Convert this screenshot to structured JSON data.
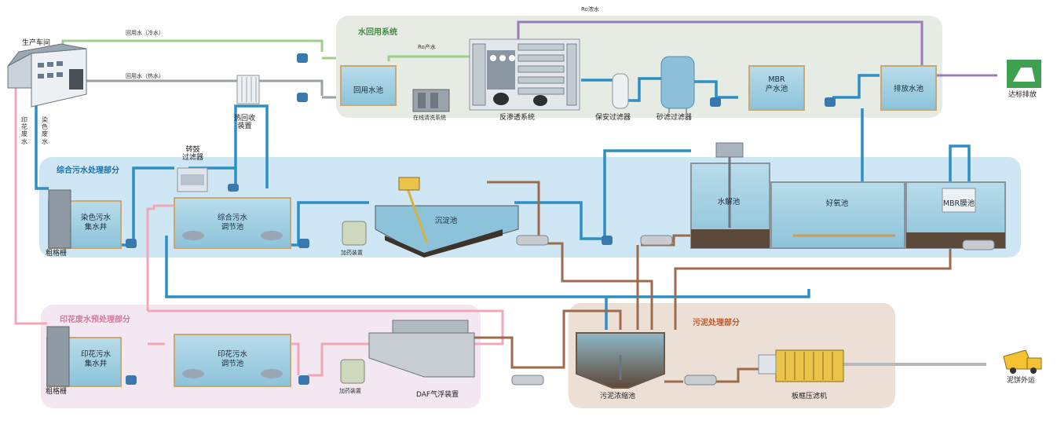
{
  "sections": {
    "water_reuse": "水回用系统",
    "combined": "综合污水处理部分",
    "printing": "印花废水预处理部分",
    "sludge": "污泥处理部分"
  },
  "units": {
    "workshop": "生产车间",
    "reuse_pool": "回用水池",
    "online_clean": "在线清洗系统",
    "ro": "反渗透系统",
    "security_filter": "保安过滤器",
    "sand_filter": "砂滤过滤器",
    "mbr_product": "MBR\n产水池",
    "discharge_pool": "排放水池",
    "standard_discharge": "达标排放",
    "heat_recovery": "热回收\n装置",
    "drum_filter": "转鼓\n过滤器",
    "dye_well": "染色污水\n集水井",
    "coarse_screen_1": "粗格栅",
    "combined_tank": "综合污水\n调节池",
    "dosing_1": "加药装置",
    "settling": "沉淀池",
    "hydrolysis": "水解池",
    "aerobic": "好氧池",
    "mbr_membrane": "MBR膜池",
    "print_well": "印花污水\n集水井",
    "coarse_screen_2": "粗格栅",
    "print_tank": "印花污水\n调节池",
    "dosing_2": "加药装置",
    "daf": "DAF气浮装置",
    "sludge_thickener": "污泥浓缩池",
    "filter_press": "板框压滤机",
    "cake_out": "泥饼外运"
  },
  "flows": {
    "reuse_cold": "回用水（冷水）",
    "reuse_hot": "回用水（热水）",
    "concentrate": "Ro浓水",
    "product_water": "Ro产水",
    "printing_wastewater": "印花废水",
    "dyeing_wastewater": "染色废水"
  },
  "colors": {
    "water_blue": "#2e8fc4",
    "reuse_green": "#9ccf8a",
    "reuse_gray": "#9aa0a6",
    "concentrate_purple": "#9d7ab8",
    "sludge_brown": "#9c6b4e",
    "printing_pink": "#f0a8b8",
    "reuse_bg": "#e6ece4",
    "combined_bg": "#cfe7f4",
    "printing_bg": "#f3e8f1",
    "sludge_bg": "#ebdfd6"
  }
}
